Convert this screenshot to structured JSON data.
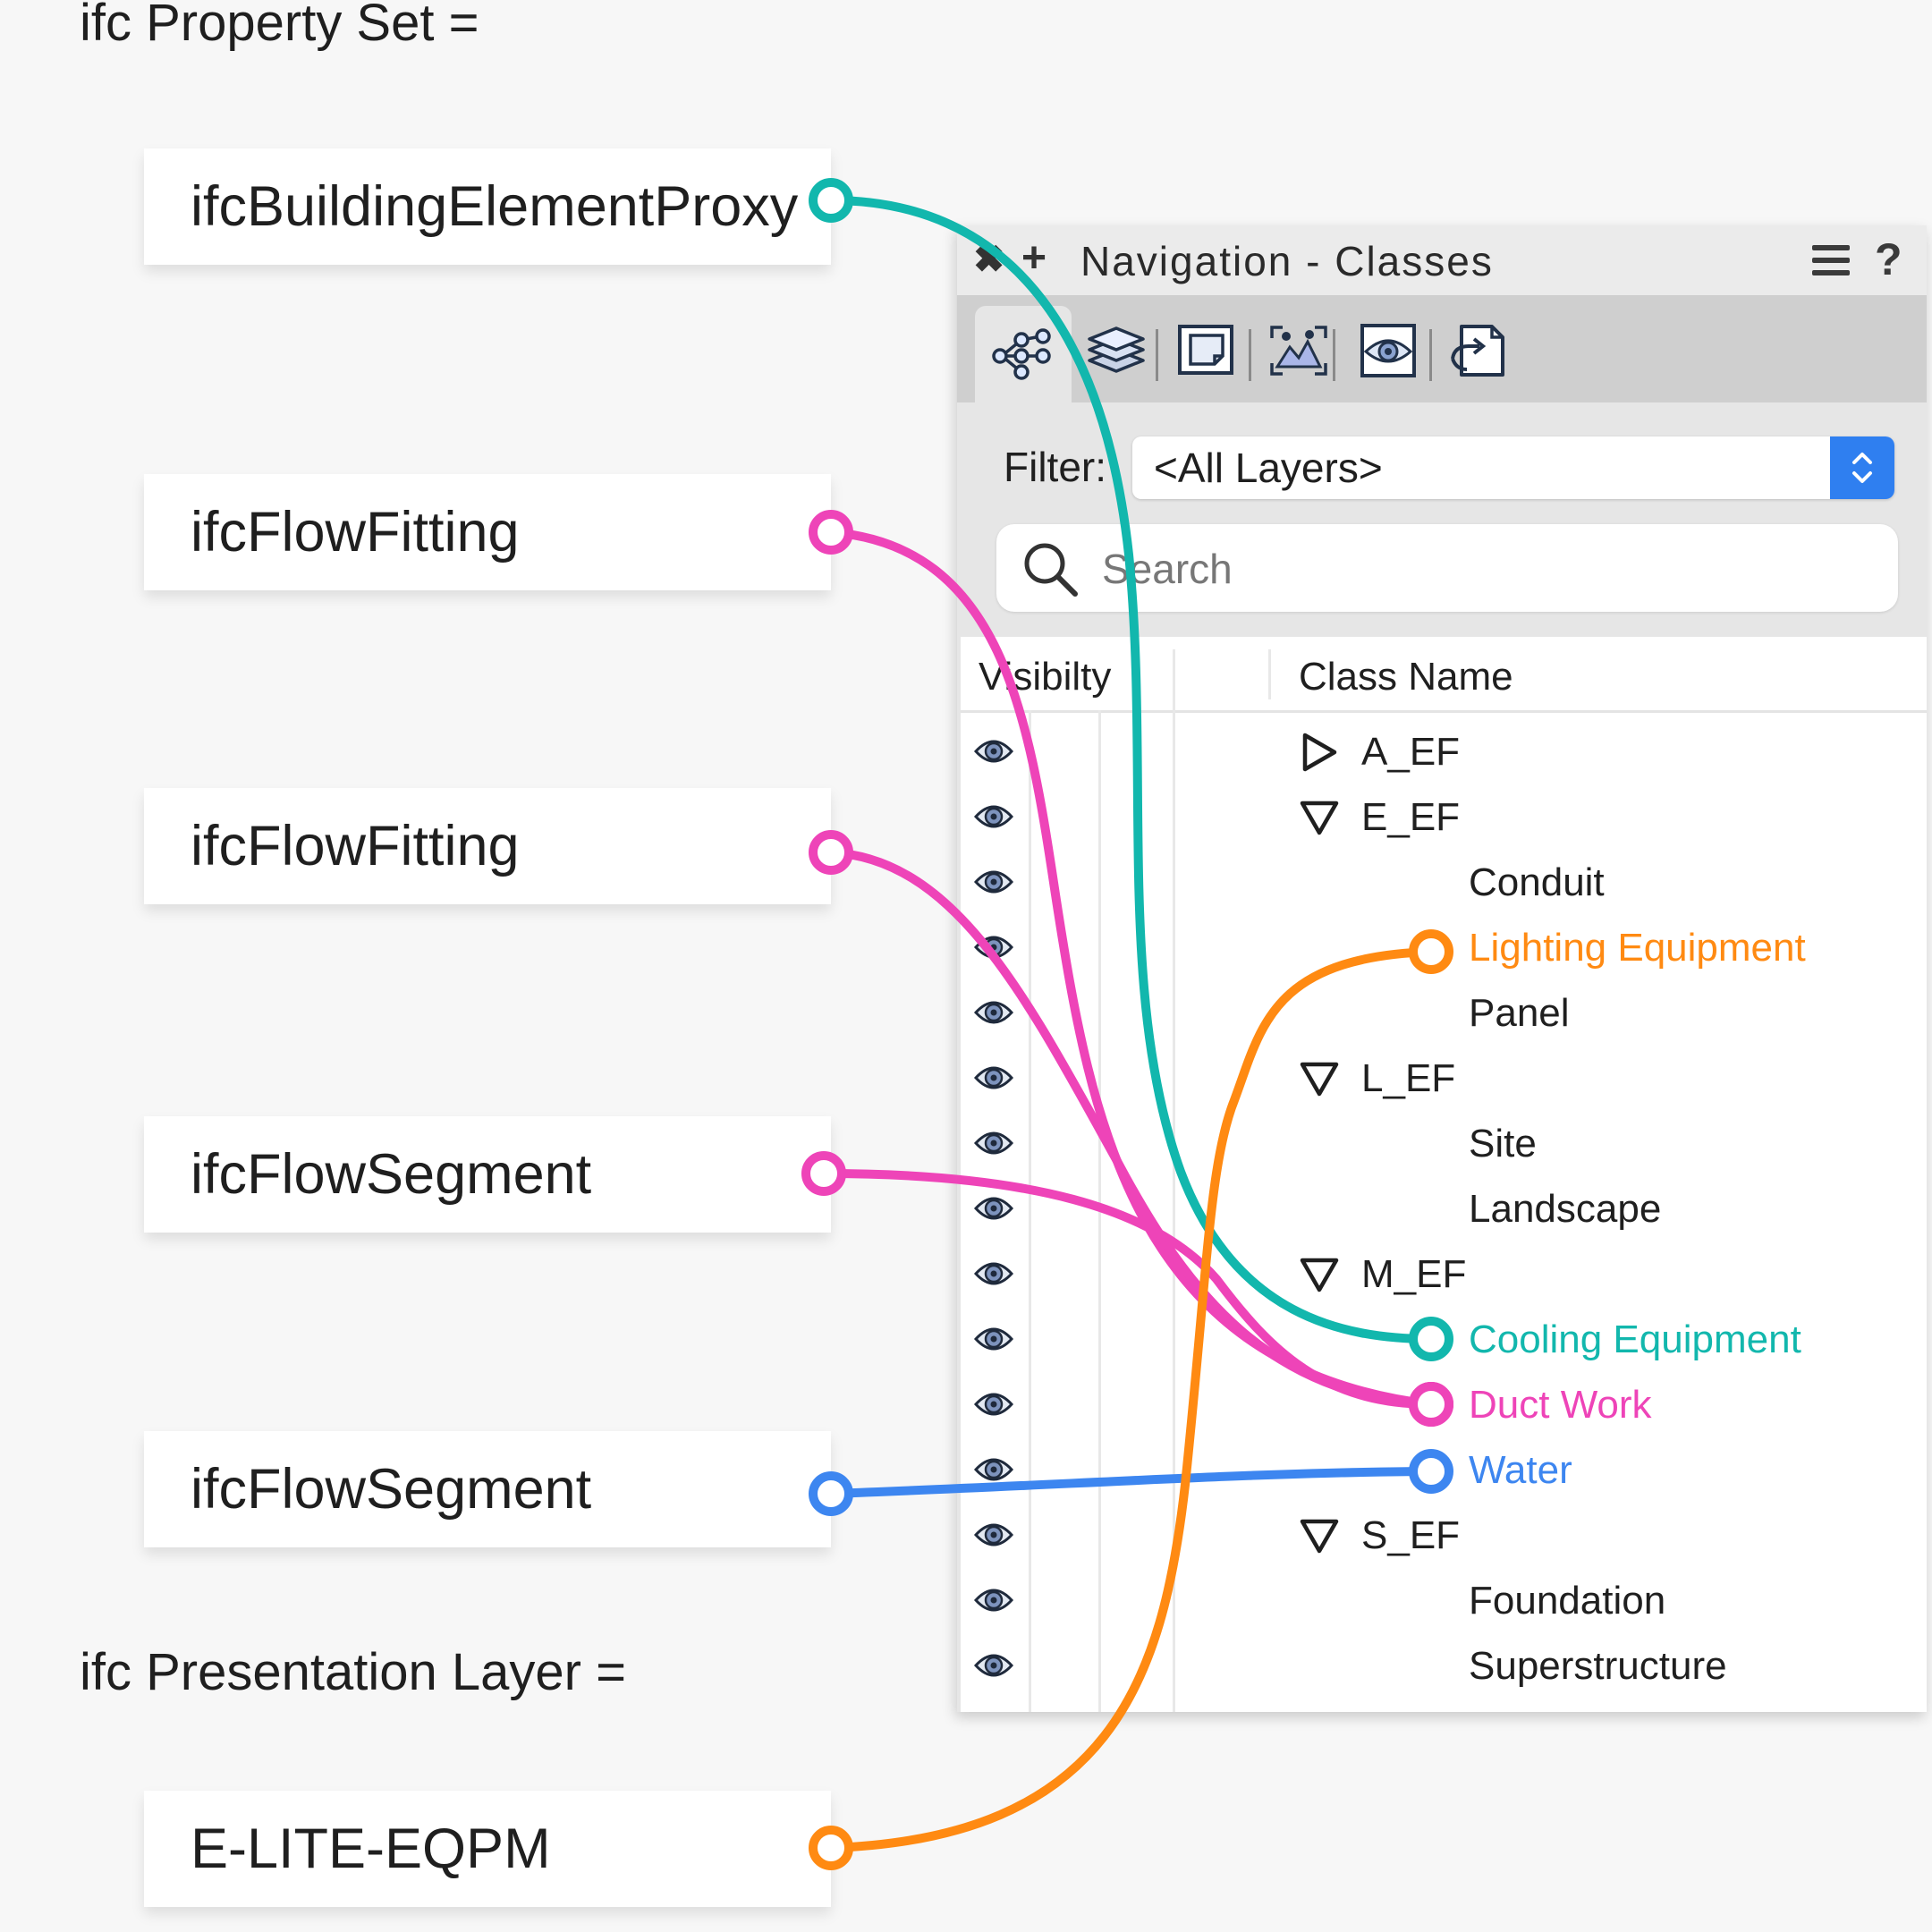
{
  "headings": {
    "property_set": "ifc Property Set =",
    "presentation_layer": "ifc Presentation Layer ="
  },
  "property_sets": [
    "ifcBuildingElementProxy",
    "ifcFlowFitting",
    "ifcFlowFitting",
    "ifcFlowSegment",
    "ifcFlowSegment"
  ],
  "presentation_layers": [
    "E-LITE-EQPM"
  ],
  "panel": {
    "title": "Navigation - Classes",
    "close_glyph": "✖",
    "add_glyph": "+",
    "help_glyph": "?",
    "tabs": [
      "class-hierarchy-icon",
      "layers-icon",
      "sheet-icon",
      "saved-view-icon",
      "visibility-icon",
      "reference-icon"
    ],
    "filter_label": "Filter:",
    "filter_value": "<All Layers>",
    "search_placeholder": "Search",
    "columns": {
      "visibility": "Visibilty",
      "class_name": "Class Name"
    },
    "rows": [
      {
        "label": "A_EF",
        "level": 0,
        "expander": "collapsed",
        "color": ""
      },
      {
        "label": "E_EF",
        "level": 0,
        "expander": "expanded",
        "color": ""
      },
      {
        "label": "Conduit",
        "level": 1,
        "expander": "",
        "color": ""
      },
      {
        "label": "Lighting Equipment",
        "level": 1,
        "expander": "",
        "color": "#ff8a12"
      },
      {
        "label": "Panel",
        "level": 1,
        "expander": "",
        "color": ""
      },
      {
        "label": "L_EF",
        "level": 0,
        "expander": "expanded",
        "color": ""
      },
      {
        "label": "Site",
        "level": 1,
        "expander": "",
        "color": ""
      },
      {
        "label": "Landscape",
        "level": 1,
        "expander": "",
        "color": ""
      },
      {
        "label": "M_EF",
        "level": 0,
        "expander": "expanded",
        "color": ""
      },
      {
        "label": "Cooling Equipment",
        "level": 1,
        "expander": "",
        "color": "#12b7ad"
      },
      {
        "label": "Duct Work",
        "level": 1,
        "expander": "",
        "color": "#ee44b8"
      },
      {
        "label": "Water",
        "level": 1,
        "expander": "",
        "color": "#3d86f0"
      },
      {
        "label": "S_EF",
        "level": 0,
        "expander": "expanded",
        "color": ""
      },
      {
        "label": "Foundation",
        "level": 1,
        "expander": "",
        "color": ""
      },
      {
        "label": "Superstructure",
        "level": 1,
        "expander": "",
        "color": ""
      }
    ]
  },
  "connections": [
    {
      "from": "ifcBuildingElementProxy",
      "to": "Cooling Equipment",
      "color": "#12b7ad"
    },
    {
      "from": "ifcFlowFitting",
      "to": "Duct Work",
      "color": "#ee44b8"
    },
    {
      "from": "ifcFlowFitting",
      "to": "Duct Work",
      "color": "#ee44b8"
    },
    {
      "from": "ifcFlowSegment",
      "to": "Duct Work",
      "color": "#ee44b8"
    },
    {
      "from": "ifcFlowSegment",
      "to": "Water",
      "color": "#3d86f0"
    },
    {
      "from": "E-LITE-EQPM",
      "to": "Lighting Equipment",
      "color": "#ff8a12"
    }
  ]
}
